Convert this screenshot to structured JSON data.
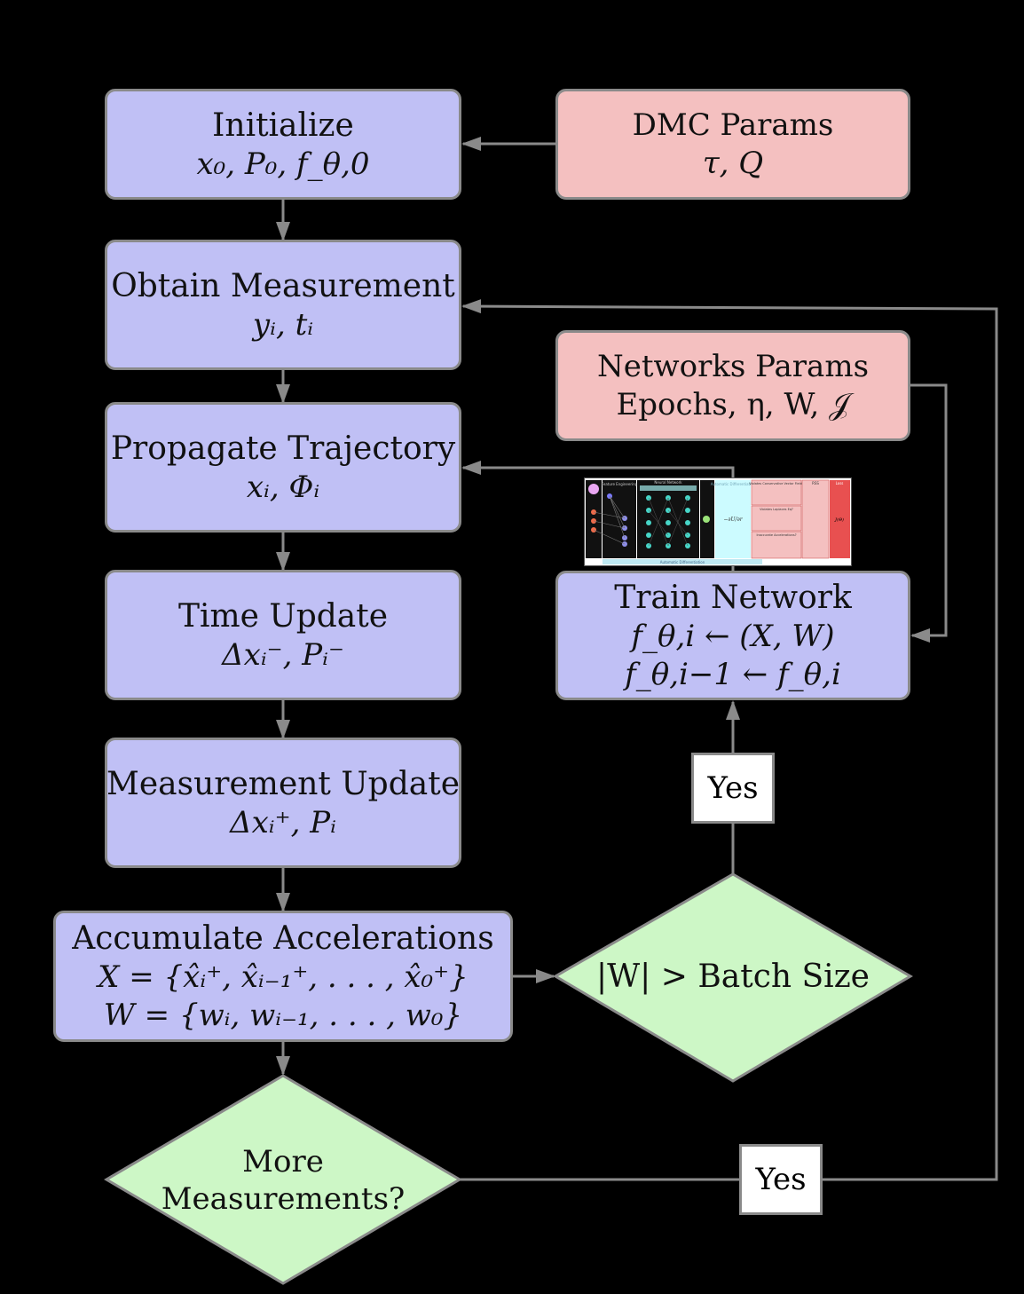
{
  "boxes": {
    "initialize": {
      "title": "Initialize",
      "math": "x₀, P₀, f_θ,0"
    },
    "dmc": {
      "title": "DMC Params",
      "math": "τ, Q"
    },
    "obtain": {
      "title": "Obtain Measurement",
      "math": "yᵢ, tᵢ"
    },
    "networks": {
      "title": "Networks Params",
      "math": "Epochs, η, W, 𝒥"
    },
    "propagate": {
      "title": "Propagate Trajectory",
      "math": "xᵢ, Φᵢ"
    },
    "time_update": {
      "title": "Time Update",
      "math": "Δxᵢ⁻, Pᵢ⁻"
    },
    "train": {
      "title": "Train Network",
      "math1": "f_θ,i ← (X, W)",
      "math2": "f_θ,i−1 ← f_θ,i"
    },
    "meas_update": {
      "title": "Measurement Update",
      "math": "Δxᵢ⁺, Pᵢ"
    },
    "accumulate": {
      "title": "Accumulate Accelerations",
      "math1": "X = {x̂ᵢ⁺, x̂ᵢ₋₁⁺, . . . , x̂₀⁺}",
      "math2": "W = {wᵢ, wᵢ₋₁, . . . , w₀}"
    }
  },
  "decisions": {
    "batch": {
      "label": "|W| > Batch Size"
    },
    "more": {
      "line1": "More",
      "line2": "Measurements?"
    }
  },
  "yes_labels": {
    "upper": "Yes",
    "lower": "Yes"
  },
  "colors": {
    "process": "#c0c0f5",
    "params": "#f4c0c0",
    "decision": "#cdf7c6",
    "connector": "#8a8a8a",
    "background": "#000000"
  },
  "network_figure": {
    "panels": [
      "Feature Engineering",
      "Neural Network",
      "Automatic Differentiation",
      "Violates Conservative Vector Field?",
      "Violates Laplaces Eq?",
      "Inaccurate Accelerations?",
      "RSS",
      "Loss"
    ],
    "bottom_label": "Automatic Differentiation"
  }
}
